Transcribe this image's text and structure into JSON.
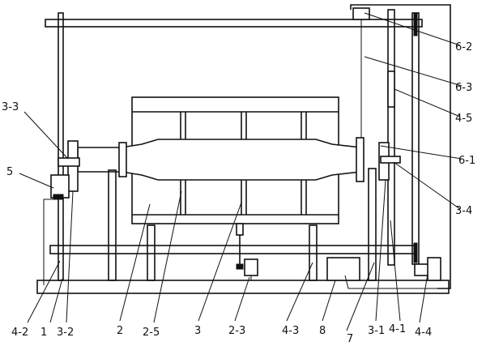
{
  "labels": {
    "l_6_2": "6-2",
    "l_6_3": "6-3",
    "l_4_5": "4-5",
    "l_3_3": "3-3",
    "l_6_1": "6-1",
    "l_5": "5",
    "l_3_4": "3-4",
    "l_4_2": "4-2",
    "l_1": "1",
    "l_3_2": "3-2",
    "l_2": "2",
    "l_2_5": "2-5",
    "l_3": "3",
    "l_2_3": "2-3",
    "l_4_3": "4-3",
    "l_8": "8",
    "l_7": "7",
    "l_3_1": "3-1",
    "l_4_1": "4-1",
    "l_4_4": "4-4"
  }
}
